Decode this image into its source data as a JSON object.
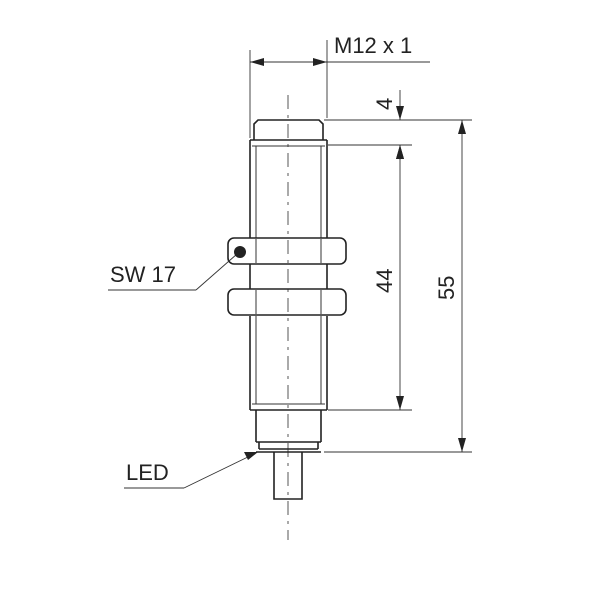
{
  "drawing": {
    "thread_label": "M12 x 1",
    "wrench_label": "SW 17",
    "led_label": "LED",
    "dim_top": "4",
    "dim_mid": "44",
    "dim_total": "55"
  }
}
